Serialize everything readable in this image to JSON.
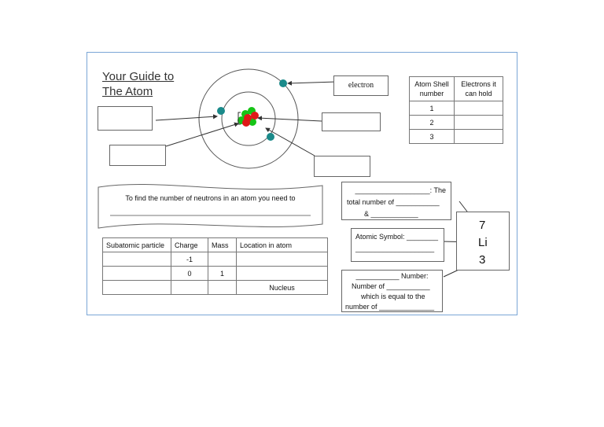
{
  "title": {
    "line1": "Your Guide to",
    "line2": "The Atom"
  },
  "labels": {
    "electron": "electron"
  },
  "shell_table": {
    "headers": [
      "Atom Shell number",
      "Electrons it can hold"
    ],
    "rows": [
      [
        "1",
        ""
      ],
      [
        "2",
        ""
      ],
      [
        "3",
        ""
      ]
    ]
  },
  "neutrons_banner": "To find the number of neutrons in an atom you need to",
  "subatomic_table": {
    "headers": [
      "Subatomic particle",
      "Charge",
      "Mass",
      "Location in atom"
    ],
    "rows": [
      [
        "",
        "-1",
        "",
        ""
      ],
      [
        "",
        "0",
        "1",
        ""
      ],
      [
        "",
        "",
        "",
        "Nucleus"
      ]
    ]
  },
  "mass_box": {
    "line1": "___________________: The",
    "line2": "total number of ___________",
    "line3": "& ____________"
  },
  "symbol_box": {
    "line1": "Atomic Symbol: ________",
    "line2": "____________________"
  },
  "number_box": {
    "line1": "___________ Number:",
    "line2": "Number of ___________",
    "line3": "which is equal to the",
    "line4": "number of ______________"
  },
  "element": {
    "mass": "7",
    "symbol": "Li",
    "atomic": "3"
  },
  "colors": {
    "proton": "#e01818",
    "neutron": "#16c416",
    "electron": "#1a8a8a",
    "frame": "#7aa6d6"
  }
}
